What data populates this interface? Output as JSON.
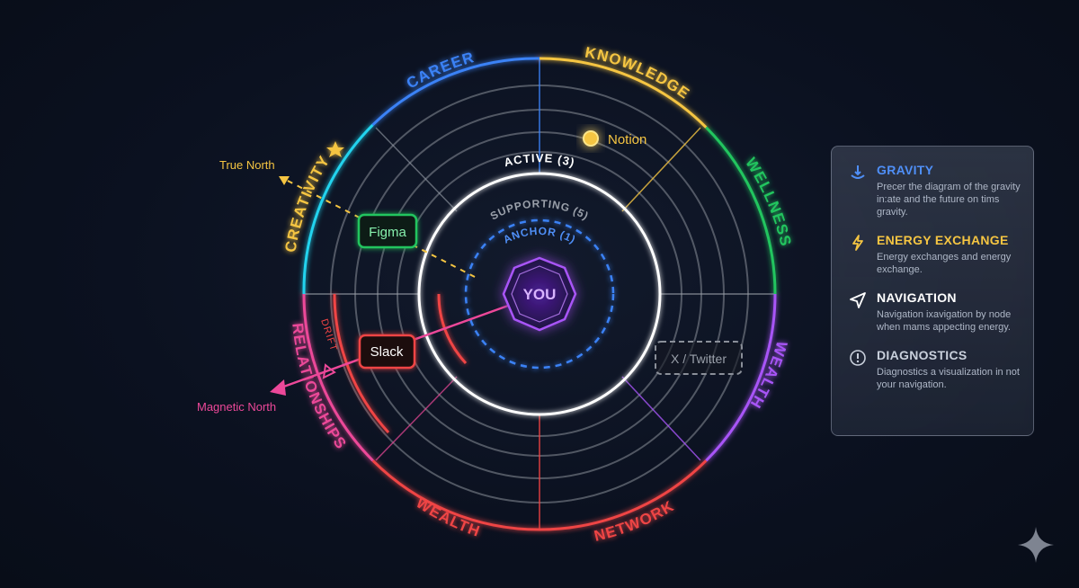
{
  "diagram": {
    "sectors": {
      "career": "CAREER",
      "knowledge": "KNOWLEDGE",
      "wellness": "WELLNESS",
      "wealth_right": "WEALTH",
      "network": "NETWORK",
      "wealth_bottom": "WEALTH",
      "relationships": "RELATIONSHIPS",
      "creativity": "CREATIVITY"
    },
    "rings": {
      "active": "ACTIVE (3)",
      "supporting": "SUPPORTING (5)",
      "anchor": "ANCHOR (1)"
    },
    "center": "YOU",
    "nodes": {
      "figma": "Figma",
      "slack": "Slack",
      "notion": "Notion",
      "twitter": "X / Twitter"
    },
    "annotations": {
      "true_north": "True North",
      "magnetic_north": "Magnetic North",
      "drift": "DRIFT"
    },
    "colors": {
      "career": "#3b82f6",
      "knowledge": "#f5c542",
      "wellness": "#22c55e",
      "wealth_right": "#a855f7",
      "network": "#ef4444",
      "wealth_bottom": "#ef4444",
      "relationships": "#ec4899",
      "creativity": "#22d3ee",
      "center": "#a855f7"
    }
  },
  "legend": {
    "items": [
      {
        "title": "GRAVITY",
        "text": "Precer the diagram of the gravity in:ate and the future on tims gravity.",
        "icon": "gravity-icon",
        "color": "#4f8ff7"
      },
      {
        "title": "ENERGY EXCHANGE",
        "text": "Energy exchanges and energy exchange.",
        "icon": "lightning-icon",
        "color": "#f5c542"
      },
      {
        "title": "NAVIGATION",
        "text": "Navigation ixavigation by node when mams appecting energy.",
        "icon": "navigation-arrow-icon",
        "color": "#ffffff"
      },
      {
        "title": "DIAGNOSTICS",
        "text": "Diagnostics a visualization in not your navigation.",
        "icon": "diagnostics-icon",
        "color": "#c9d0dc"
      }
    ]
  }
}
